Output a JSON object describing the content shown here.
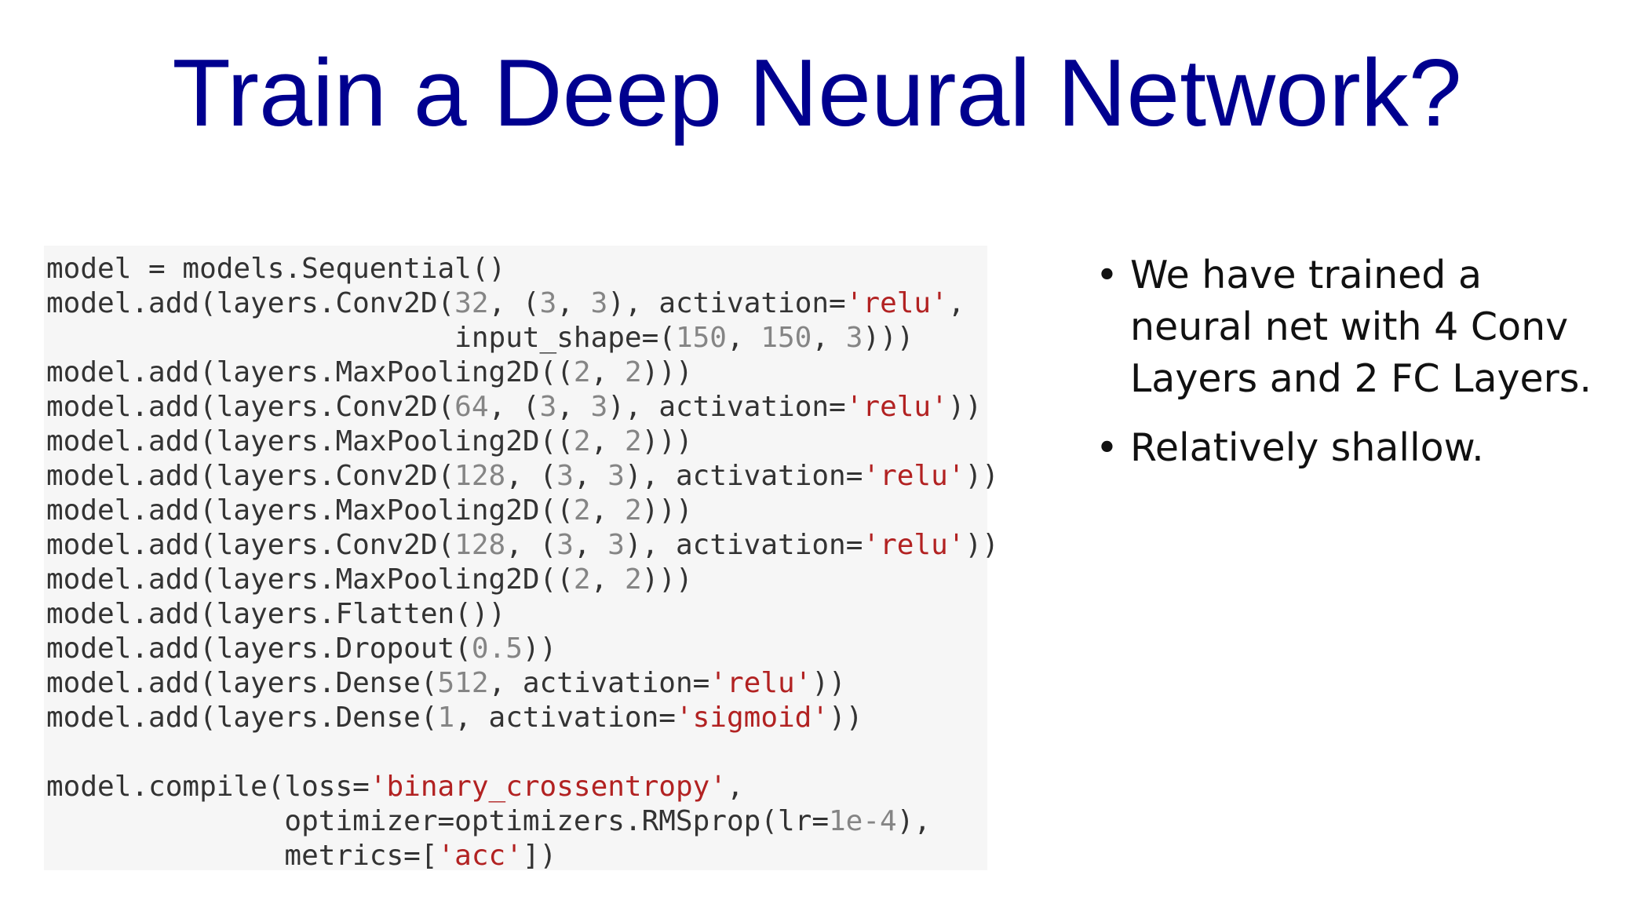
{
  "title": "Train a Deep Neural Network?",
  "code_lines": [
    [
      {
        "t": "model = models.Sequential()",
        "c": "plain"
      }
    ],
    [
      {
        "t": "model.add(layers.Conv2D(",
        "c": "plain"
      },
      {
        "t": "32",
        "c": "num"
      },
      {
        "t": ", (",
        "c": "plain"
      },
      {
        "t": "3",
        "c": "num"
      },
      {
        "t": ", ",
        "c": "plain"
      },
      {
        "t": "3",
        "c": "num"
      },
      {
        "t": "), activation=",
        "c": "plain"
      },
      {
        "t": "'relu'",
        "c": "str"
      },
      {
        "t": ",",
        "c": "plain"
      }
    ],
    [
      {
        "t": "                        input_shape=(",
        "c": "plain"
      },
      {
        "t": "150",
        "c": "num"
      },
      {
        "t": ", ",
        "c": "plain"
      },
      {
        "t": "150",
        "c": "num"
      },
      {
        "t": ", ",
        "c": "plain"
      },
      {
        "t": "3",
        "c": "num"
      },
      {
        "t": ")))",
        "c": "plain"
      }
    ],
    [
      {
        "t": "model.add(layers.MaxPooling2D((",
        "c": "plain"
      },
      {
        "t": "2",
        "c": "num"
      },
      {
        "t": ", ",
        "c": "plain"
      },
      {
        "t": "2",
        "c": "num"
      },
      {
        "t": ")))",
        "c": "plain"
      }
    ],
    [
      {
        "t": "model.add(layers.Conv2D(",
        "c": "plain"
      },
      {
        "t": "64",
        "c": "num"
      },
      {
        "t": ", (",
        "c": "plain"
      },
      {
        "t": "3",
        "c": "num"
      },
      {
        "t": ", ",
        "c": "plain"
      },
      {
        "t": "3",
        "c": "num"
      },
      {
        "t": "), activation=",
        "c": "plain"
      },
      {
        "t": "'relu'",
        "c": "str"
      },
      {
        "t": "))",
        "c": "plain"
      }
    ],
    [
      {
        "t": "model.add(layers.MaxPooling2D((",
        "c": "plain"
      },
      {
        "t": "2",
        "c": "num"
      },
      {
        "t": ", ",
        "c": "plain"
      },
      {
        "t": "2",
        "c": "num"
      },
      {
        "t": ")))",
        "c": "plain"
      }
    ],
    [
      {
        "t": "model.add(layers.Conv2D(",
        "c": "plain"
      },
      {
        "t": "128",
        "c": "num"
      },
      {
        "t": ", (",
        "c": "plain"
      },
      {
        "t": "3",
        "c": "num"
      },
      {
        "t": ", ",
        "c": "plain"
      },
      {
        "t": "3",
        "c": "num"
      },
      {
        "t": "), activation=",
        "c": "plain"
      },
      {
        "t": "'relu'",
        "c": "str"
      },
      {
        "t": "))",
        "c": "plain"
      }
    ],
    [
      {
        "t": "model.add(layers.MaxPooling2D((",
        "c": "plain"
      },
      {
        "t": "2",
        "c": "num"
      },
      {
        "t": ", ",
        "c": "plain"
      },
      {
        "t": "2",
        "c": "num"
      },
      {
        "t": ")))",
        "c": "plain"
      }
    ],
    [
      {
        "t": "model.add(layers.Conv2D(",
        "c": "plain"
      },
      {
        "t": "128",
        "c": "num"
      },
      {
        "t": ", (",
        "c": "plain"
      },
      {
        "t": "3",
        "c": "num"
      },
      {
        "t": ", ",
        "c": "plain"
      },
      {
        "t": "3",
        "c": "num"
      },
      {
        "t": "), activation=",
        "c": "plain"
      },
      {
        "t": "'relu'",
        "c": "str"
      },
      {
        "t": "))",
        "c": "plain"
      }
    ],
    [
      {
        "t": "model.add(layers.MaxPooling2D((",
        "c": "plain"
      },
      {
        "t": "2",
        "c": "num"
      },
      {
        "t": ", ",
        "c": "plain"
      },
      {
        "t": "2",
        "c": "num"
      },
      {
        "t": ")))",
        "c": "plain"
      }
    ],
    [
      {
        "t": "model.add(layers.Flatten())",
        "c": "plain"
      }
    ],
    [
      {
        "t": "model.add(layers.Dropout(",
        "c": "plain"
      },
      {
        "t": "0.5",
        "c": "num"
      },
      {
        "t": "))",
        "c": "plain"
      }
    ],
    [
      {
        "t": "model.add(layers.Dense(",
        "c": "plain"
      },
      {
        "t": "512",
        "c": "num"
      },
      {
        "t": ", activation=",
        "c": "plain"
      },
      {
        "t": "'relu'",
        "c": "str"
      },
      {
        "t": "))",
        "c": "plain"
      }
    ],
    [
      {
        "t": "model.add(layers.Dense(",
        "c": "plain"
      },
      {
        "t": "1",
        "c": "num"
      },
      {
        "t": ", activation=",
        "c": "plain"
      },
      {
        "t": "'sigmoid'",
        "c": "str"
      },
      {
        "t": "))",
        "c": "plain"
      }
    ],
    [],
    [
      {
        "t": "model.compile(loss=",
        "c": "plain"
      },
      {
        "t": "'binary_crossentropy'",
        "c": "str"
      },
      {
        "t": ",",
        "c": "plain"
      }
    ],
    [
      {
        "t": "              optimizer=optimizers.RMSprop(lr=",
        "c": "plain"
      },
      {
        "t": "1e-4",
        "c": "num"
      },
      {
        "t": "),",
        "c": "plain"
      }
    ],
    [
      {
        "t": "              metrics=[",
        "c": "plain"
      },
      {
        "t": "'acc'",
        "c": "str"
      },
      {
        "t": "])",
        "c": "plain"
      }
    ]
  ],
  "bullets": [
    "We have trained a neural net with 4 Conv Layers and 2 FC Layers.",
    "Relatively shallow."
  ],
  "bullet_symbol": "•",
  "colors": {
    "title": "#00008f",
    "code_background": "#f6f6f6",
    "code_text": "#333333",
    "code_number": "#858585",
    "code_string": "#b22222"
  }
}
